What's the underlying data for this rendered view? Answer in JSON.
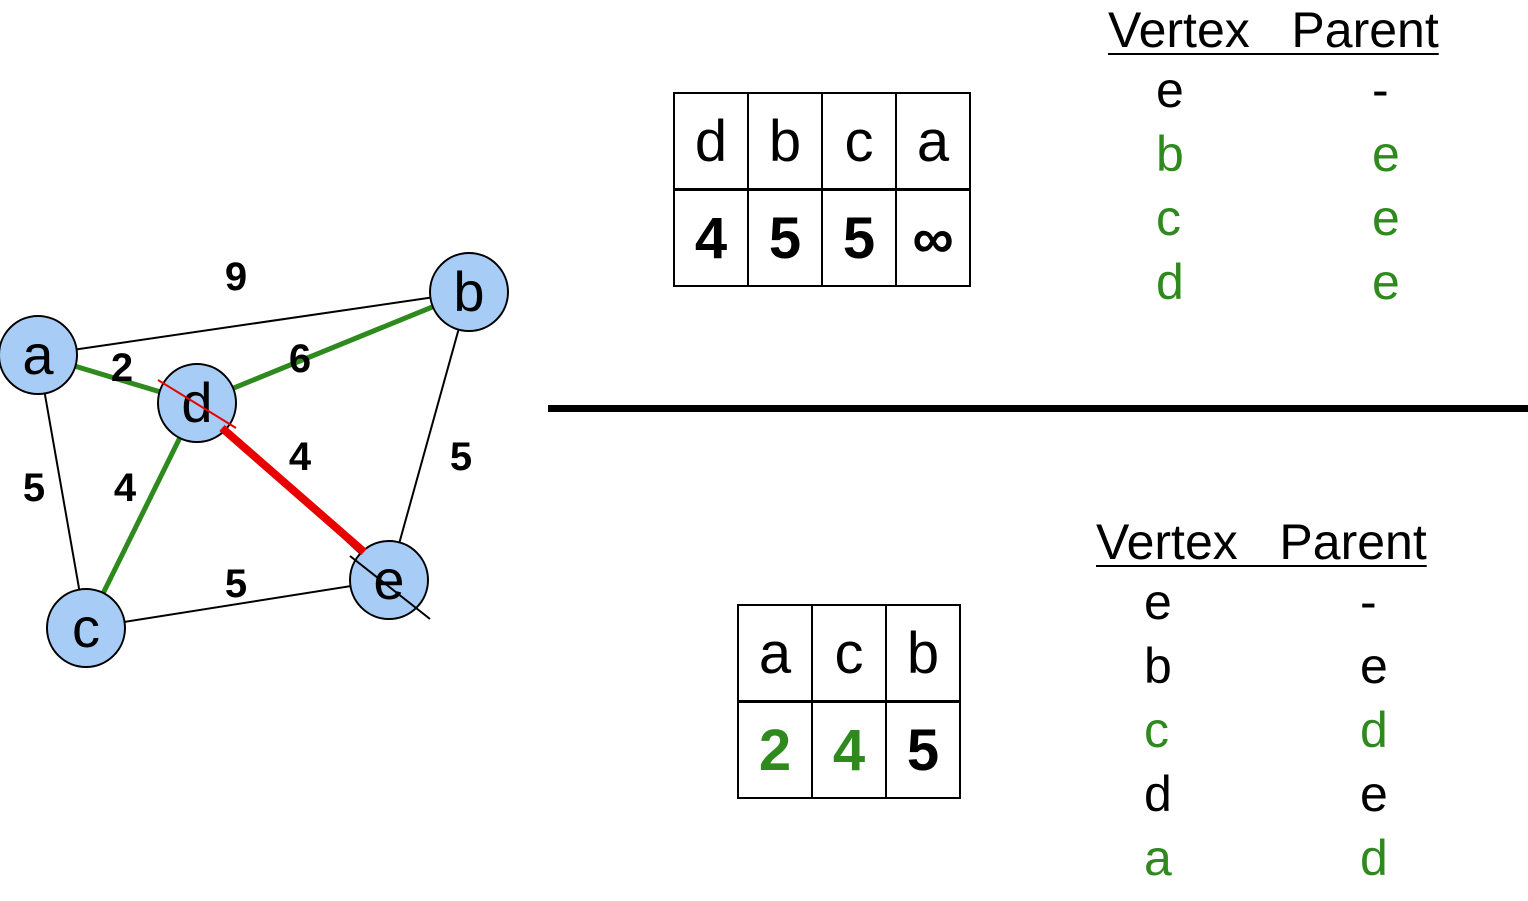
{
  "graph": {
    "nodes": [
      {
        "id": "a",
        "label": "a"
      },
      {
        "id": "b",
        "label": "b"
      },
      {
        "id": "c",
        "label": "c"
      },
      {
        "id": "d",
        "label": "d"
      },
      {
        "id": "e",
        "label": "e"
      }
    ],
    "edges": [
      {
        "from": "a",
        "to": "b",
        "weight": "9",
        "state": "normal"
      },
      {
        "from": "a",
        "to": "d",
        "weight": "2",
        "state": "tree"
      },
      {
        "from": "a",
        "to": "c",
        "weight": "5",
        "state": "normal"
      },
      {
        "from": "d",
        "to": "b",
        "weight": "6",
        "state": "tree"
      },
      {
        "from": "d",
        "to": "c",
        "weight": "4",
        "state": "tree"
      },
      {
        "from": "d",
        "to": "e",
        "weight": "4",
        "state": "selected"
      },
      {
        "from": "b",
        "to": "e",
        "weight": "5",
        "state": "normal"
      },
      {
        "from": "c",
        "to": "e",
        "weight": "5",
        "state": "normal"
      }
    ],
    "crossed_out_nodes": [
      "d",
      "e"
    ],
    "colors": {
      "node_fill": "#a7cdf7",
      "tree_edge": "#2f8a1e",
      "selected_edge": "#e80000",
      "normal_edge": "#000000"
    }
  },
  "top_state": {
    "queue": {
      "names": [
        "d",
        "b",
        "c",
        "a"
      ],
      "keys": [
        "4",
        "5",
        "5",
        "∞"
      ],
      "key_colors": [
        "black",
        "black",
        "black",
        "black"
      ]
    },
    "table": {
      "header": "Vertex   Parent",
      "rows": [
        {
          "vertex": "e",
          "parent": "-",
          "color": "black"
        },
        {
          "vertex": "b",
          "parent": "e",
          "color": "green"
        },
        {
          "vertex": "c",
          "parent": "e",
          "color": "green"
        },
        {
          "vertex": "d",
          "parent": "e",
          "color": "green"
        }
      ]
    }
  },
  "bottom_state": {
    "queue": {
      "names": [
        "a",
        "c",
        "b"
      ],
      "keys": [
        "2",
        "4",
        "5"
      ],
      "key_colors": [
        "green",
        "green",
        "black"
      ]
    },
    "table": {
      "header": "Vertex   Parent",
      "rows": [
        {
          "vertex": "e",
          "parent": "-",
          "color": "black"
        },
        {
          "vertex": "b",
          "parent": "e",
          "color": "black"
        },
        {
          "vertex": "c",
          "parent": "d",
          "color": "green"
        },
        {
          "vertex": "d",
          "parent": "e",
          "color": "black"
        },
        {
          "vertex": "a",
          "parent": "d",
          "color": "green"
        }
      ]
    }
  }
}
